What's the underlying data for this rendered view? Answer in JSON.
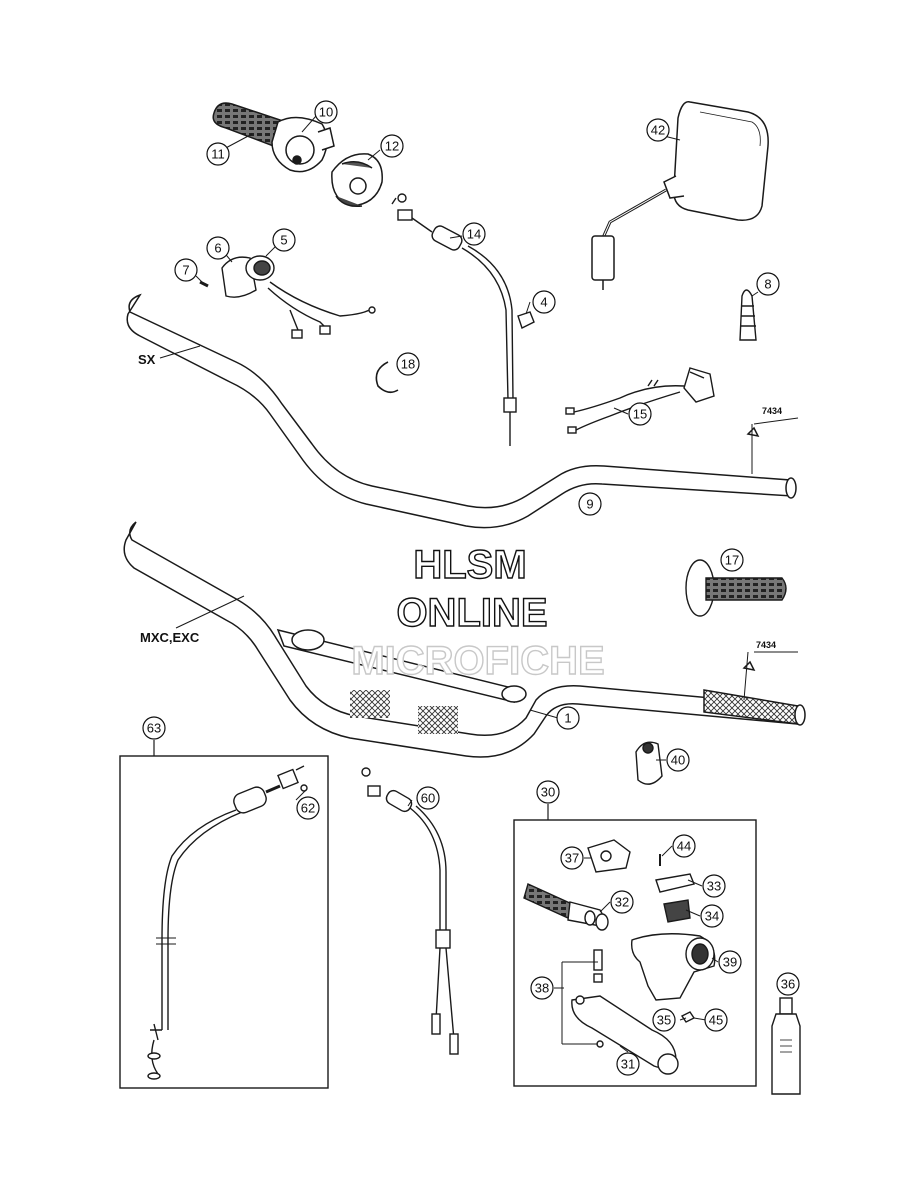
{
  "watermark": {
    "line1": "HLSM",
    "line2": "ONLINE",
    "line3": "MICROFICHE"
  },
  "labels": {
    "sx": "SX",
    "mxc_exc": "MXC,EXC",
    "ref_top": "7434",
    "ref_bottom": "7434"
  },
  "callouts": [
    "10",
    "11",
    "12",
    "42",
    "14",
    "6",
    "5",
    "7",
    "8",
    "4",
    "18",
    "15",
    "9",
    "17",
    "1",
    "63",
    "62",
    "60",
    "40",
    "30",
    "37",
    "44",
    "33",
    "32",
    "34",
    "39",
    "38",
    "35",
    "45",
    "31",
    "36"
  ],
  "colors": {
    "line": "#1a1a1a",
    "watermark_fill": "#ffffff",
    "watermark_stroke": "#111111",
    "watermark_faint": "#c8c8c8"
  }
}
